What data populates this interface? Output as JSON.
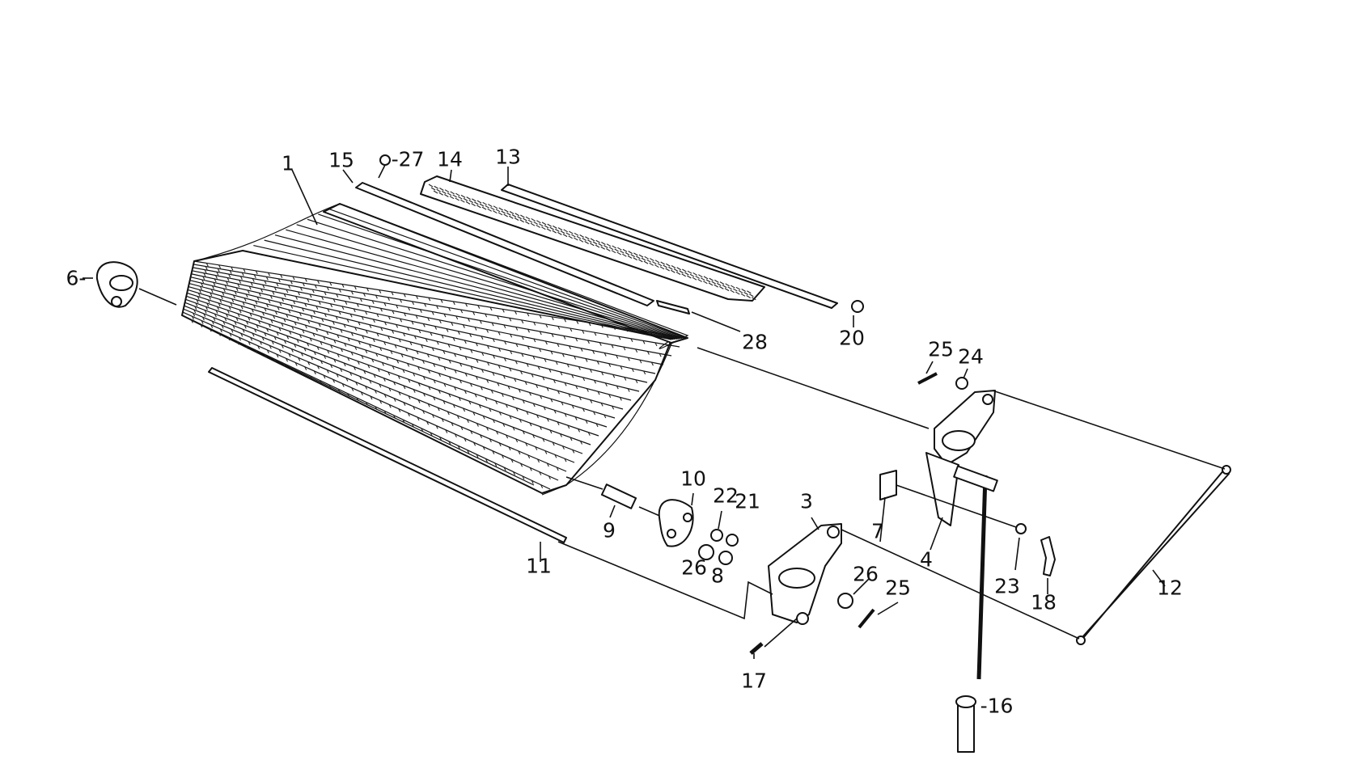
{
  "diagram": {
    "colors": {
      "ink": "#111111",
      "background": "#ffffff"
    },
    "callouts": [
      {
        "id": "1",
        "text": "1"
      },
      {
        "id": "15",
        "text": "15"
      },
      {
        "id": "27",
        "text": "-27"
      },
      {
        "id": "14",
        "text": "14"
      },
      {
        "id": "13",
        "text": "13"
      },
      {
        "id": "6",
        "text": "6-"
      },
      {
        "id": "28",
        "text": "28"
      },
      {
        "id": "20",
        "text": "20"
      },
      {
        "id": "25a",
        "text": "25"
      },
      {
        "id": "24",
        "text": "24"
      },
      {
        "id": "10",
        "text": "10"
      },
      {
        "id": "22",
        "text": "22"
      },
      {
        "id": "21",
        "text": "21"
      },
      {
        "id": "3",
        "text": "3"
      },
      {
        "id": "7",
        "text": "7"
      },
      {
        "id": "9",
        "text": "9"
      },
      {
        "id": "11",
        "text": "11"
      },
      {
        "id": "26a",
        "text": "26"
      },
      {
        "id": "8",
        "text": "8"
      },
      {
        "id": "26b",
        "text": "26"
      },
      {
        "id": "25b",
        "text": "25"
      },
      {
        "id": "4",
        "text": "4"
      },
      {
        "id": "23",
        "text": "23"
      },
      {
        "id": "18",
        "text": "18"
      },
      {
        "id": "12",
        "text": "12"
      },
      {
        "id": "17",
        "text": "17"
      },
      {
        "id": "16",
        "text": "-16"
      }
    ]
  }
}
